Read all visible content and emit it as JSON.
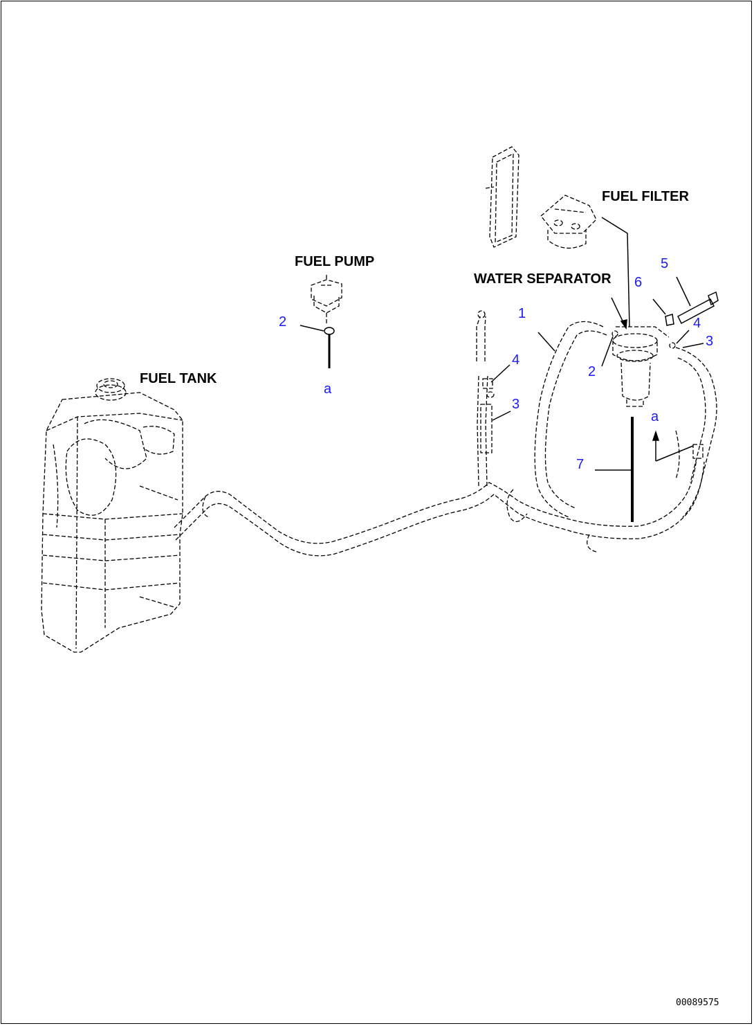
{
  "labels": {
    "fuel_filter": "FUEL FILTER",
    "fuel_pump": "FUEL PUMP",
    "water_separator": "WATER SEPARATOR",
    "fuel_tank": "FUEL TANK"
  },
  "callouts": {
    "pump_clamp": "2",
    "pump_ref": "a",
    "hose": "1",
    "sep_clamp": "2",
    "bolt": "5",
    "washer": "6",
    "right_nut": "4",
    "right_bracket": "3",
    "left_nut": "4",
    "left_bracket": "3",
    "drain_ref": "a",
    "drain_tube": "7"
  },
  "drawing_code": "00089575",
  "colors": {
    "callout": "#1a1aff",
    "line": "#000000"
  }
}
